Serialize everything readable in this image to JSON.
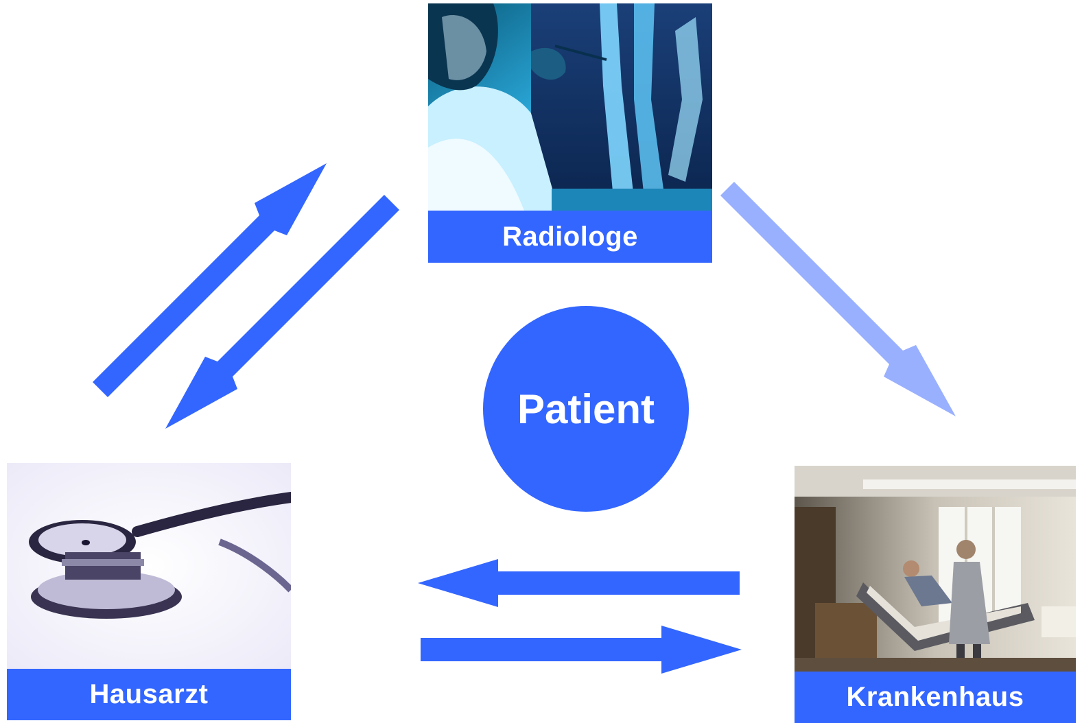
{
  "diagram": {
    "center": {
      "label": "Patient"
    },
    "nodes": {
      "radiologe": {
        "label": "Radiologe",
        "image": "radiologist-xray-photo"
      },
      "hausarzt": {
        "label": "Hausarzt",
        "image": "stethoscope-photo"
      },
      "krankenhaus": {
        "label": "Krankenhaus",
        "image": "hospital-room-photo"
      }
    },
    "arrows": [
      {
        "from": "hausarzt",
        "to": "radiologe"
      },
      {
        "from": "radiologe",
        "to": "hausarzt"
      },
      {
        "from": "radiologe",
        "to": "krankenhaus",
        "style": "light"
      },
      {
        "from": "krankenhaus",
        "to": "hausarzt"
      },
      {
        "from": "hausarzt",
        "to": "krankenhaus"
      }
    ]
  },
  "colors": {
    "primary": "#3366ff",
    "light": "#99b0ff",
    "text": "#ffffff"
  }
}
